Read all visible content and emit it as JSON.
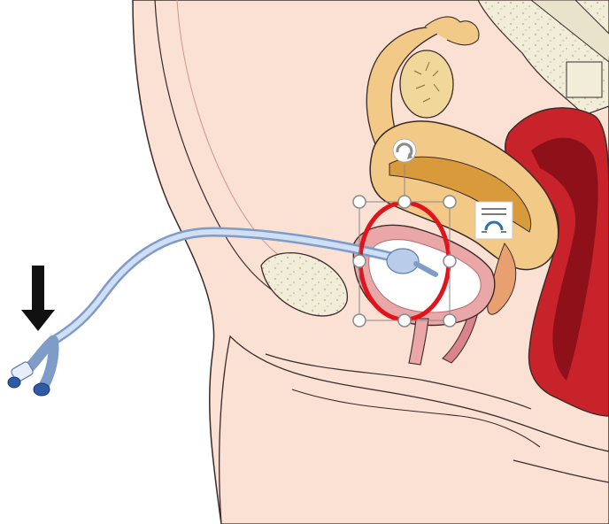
{
  "illustration": {
    "subject": "sagittal-pelvis-with-urinary-catheter",
    "elements": [
      "skin",
      "pubic-bone",
      "bladder",
      "catheter",
      "catheter-balloon",
      "uterus",
      "ovary",
      "fallopian-tube",
      "rectum",
      "spine",
      "urethra"
    ]
  },
  "annotations": {
    "arrow": {
      "color": "#111111",
      "direction": "down",
      "icon": "arrow-down-icon"
    },
    "highlight_ellipse": {
      "color": "#e0141a",
      "shape": "ellipse"
    }
  },
  "selection": {
    "handle_color": "#8a8a8a",
    "handle_fill": "#ffffff",
    "rotate_icon": "rotate-icon",
    "layout_options_icon": "layout-options-icon",
    "handles": [
      "top-left",
      "top-center",
      "top-right",
      "middle-left",
      "middle-right",
      "bottom-left",
      "bottom-center",
      "bottom-right"
    ]
  },
  "colors": {
    "skin": "#fbe0d4",
    "skin_shadow": "#f2c4b3",
    "outline": "#3a2a28",
    "bone": "#f2edd9",
    "bone_dots": "#c9c1a0",
    "uterus": "#f2c987",
    "uterus_dark": "#d99a3c",
    "rectum": "#c8232b",
    "rectum_dark": "#8e1018",
    "bladder_wall": "#e9a7a8",
    "bladder_inner": "#ffffff",
    "catheter": "#b9cdea",
    "catheter_dark": "#7f9cc9"
  }
}
